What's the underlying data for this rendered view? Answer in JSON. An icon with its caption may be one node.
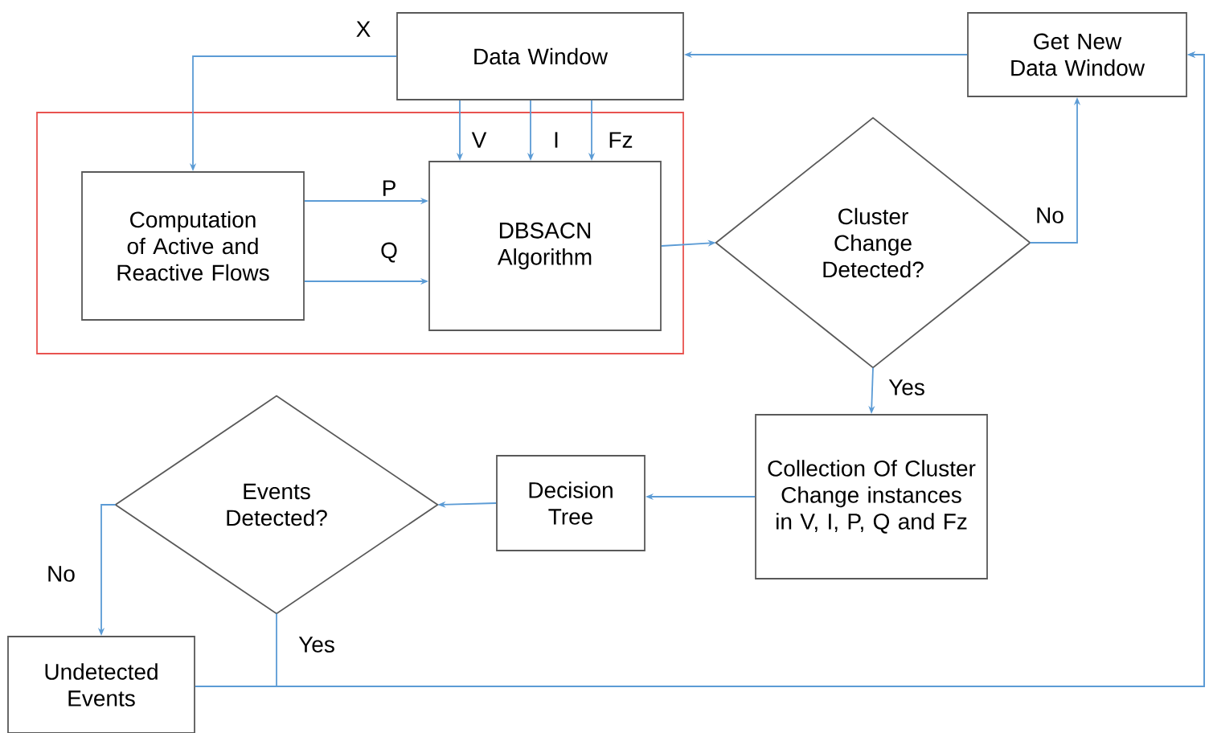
{
  "diagram": {
    "nodes": [
      {
        "text": [
          "Data Window"
        ]
      },
      {
        "text": [
          "Get New Data Window"
        ]
      },
      {
        "text": [],
        "shape": "box"
      },
      {
        "text": [
          "Computation of Active and Reactive Flows"
        ],
        "in": 2
      },
      {
        "text": [
          "DBSACN Algorithm"
        ],
        "in": 2
      },
      {
        "text": [
          "Cluster Change Detected?"
        ]
      },
      {
        "text": [
          "Collection Of Cluster Change instances in V, I, P, Q and Fz"
        ]
      },
      {
        "text": [
          "Decision Tree"
        ]
      },
      {
        "text": [
          "Events Detected?"
        ]
      },
      {
        "text": [
          "Undetected Events"
        ]
      }
    ],
    "edges": [
      {
        "from": 0,
        "to": 3,
        "arrow": "to",
        "label": "X"
      },
      {
        "from": 0,
        "to": 4,
        "arrow": "to",
        "label": "V"
      },
      {
        "from": 0,
        "to": 4,
        "arrow": "to",
        "label": "I"
      },
      {
        "from": 0,
        "to": 4,
        "arrow": "to",
        "label": "Fz"
      },
      {
        "from": 3,
        "to": 4,
        "arrow": "to",
        "label": "P"
      },
      {
        "from": 3,
        "to": 4,
        "arrow": "to",
        "label": "Q"
      },
      {
        "from": 4,
        "to": 5,
        "arrow": "to"
      },
      {
        "from": 5,
        "to": 1,
        "arrow": "to",
        "label": "No"
      },
      {
        "from": 1,
        "to": 0,
        "arrow": "to"
      },
      {
        "from": 5,
        "to": 6,
        "arrow": "to",
        "label": "Yes"
      },
      {
        "from": 6,
        "to": 7,
        "arrow": "to"
      },
      {
        "from": 7,
        "to": 8,
        "arrow": "to"
      },
      {
        "from": 8,
        "to": 9,
        "arrow": "to",
        "label": "No"
      },
      {
        "from": 8,
        "to": 1,
        "arrow": "to",
        "label": "Yes"
      },
      {
        "from": 9,
        "to": 1,
        "arrow": "to"
      }
    ]
  }
}
